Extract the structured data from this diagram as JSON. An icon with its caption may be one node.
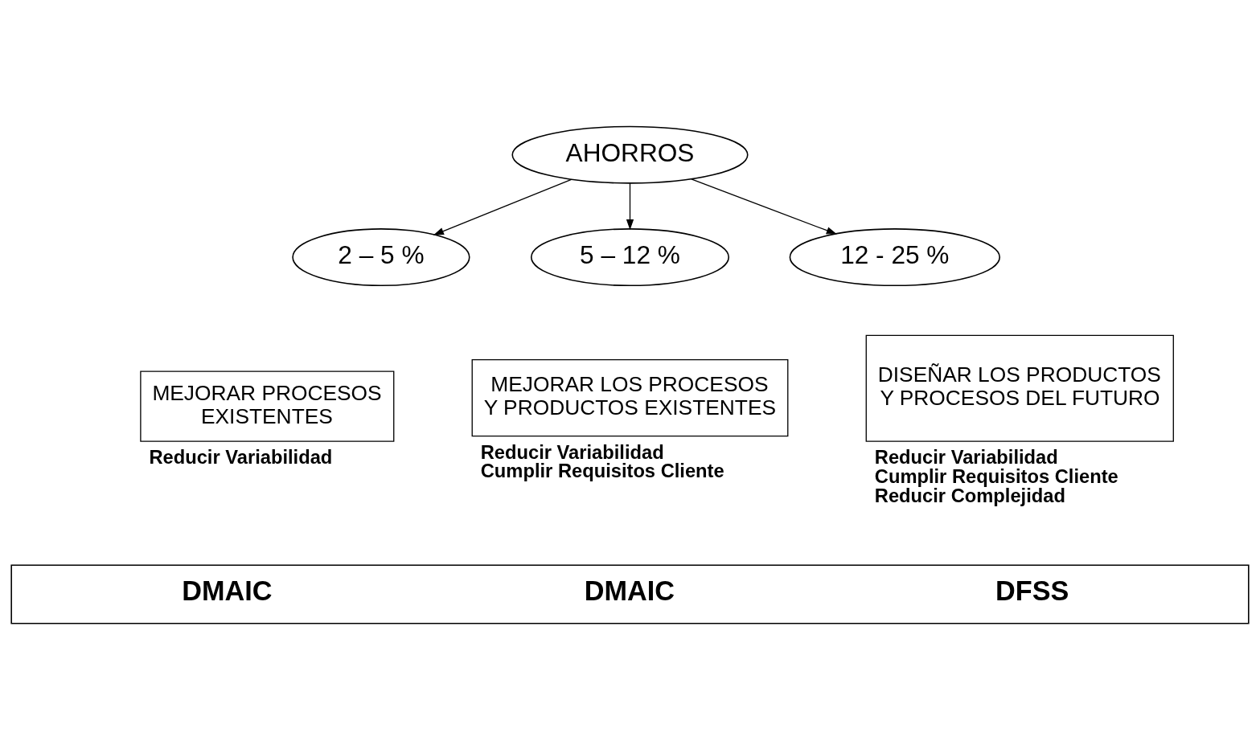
{
  "diagram": {
    "nodes": [
      {
        "text": [
          "AHORROS"
        ]
      },
      {
        "text": [
          "12 - 25 %"
        ]
      },
      {
        "text": [
          "5 – 12 %"
        ]
      },
      {
        "text": [
          "2 – 5 %"
        ]
      },
      {
        "text": [
          "DISEÑAR LOS PRODUCTOS Y PROCESOS DEL FUTURO"
        ],
        "beside": [
          "Reducir Variabilidad",
          "Cumplir Requisitos Cliente",
          "Reducir Complejidad"
        ]
      },
      {
        "text": [
          "MEJORAR LOS PROCESOS Y PRODUCTOS EXISTENTES"
        ],
        "beside": [
          "Reducir Variabilidad",
          "Cumplir Requisitos Cliente"
        ]
      },
      {
        "text": [
          "MEJORAR PROCESOS EXISTENTES"
        ],
        "beside": [
          "Reducir Variabilidad"
        ]
      },
      {
        "text": [
          "DMAIC",
          "DMAIC",
          "DFSS"
        ]
      }
    ],
    "edges": [
      {
        "from": 0,
        "to": 3,
        "arrow": "to"
      },
      {
        "from": 0,
        "to": 2,
        "arrow": "to"
      },
      {
        "from": 0,
        "to": 1,
        "arrow": "to"
      }
    ]
  }
}
